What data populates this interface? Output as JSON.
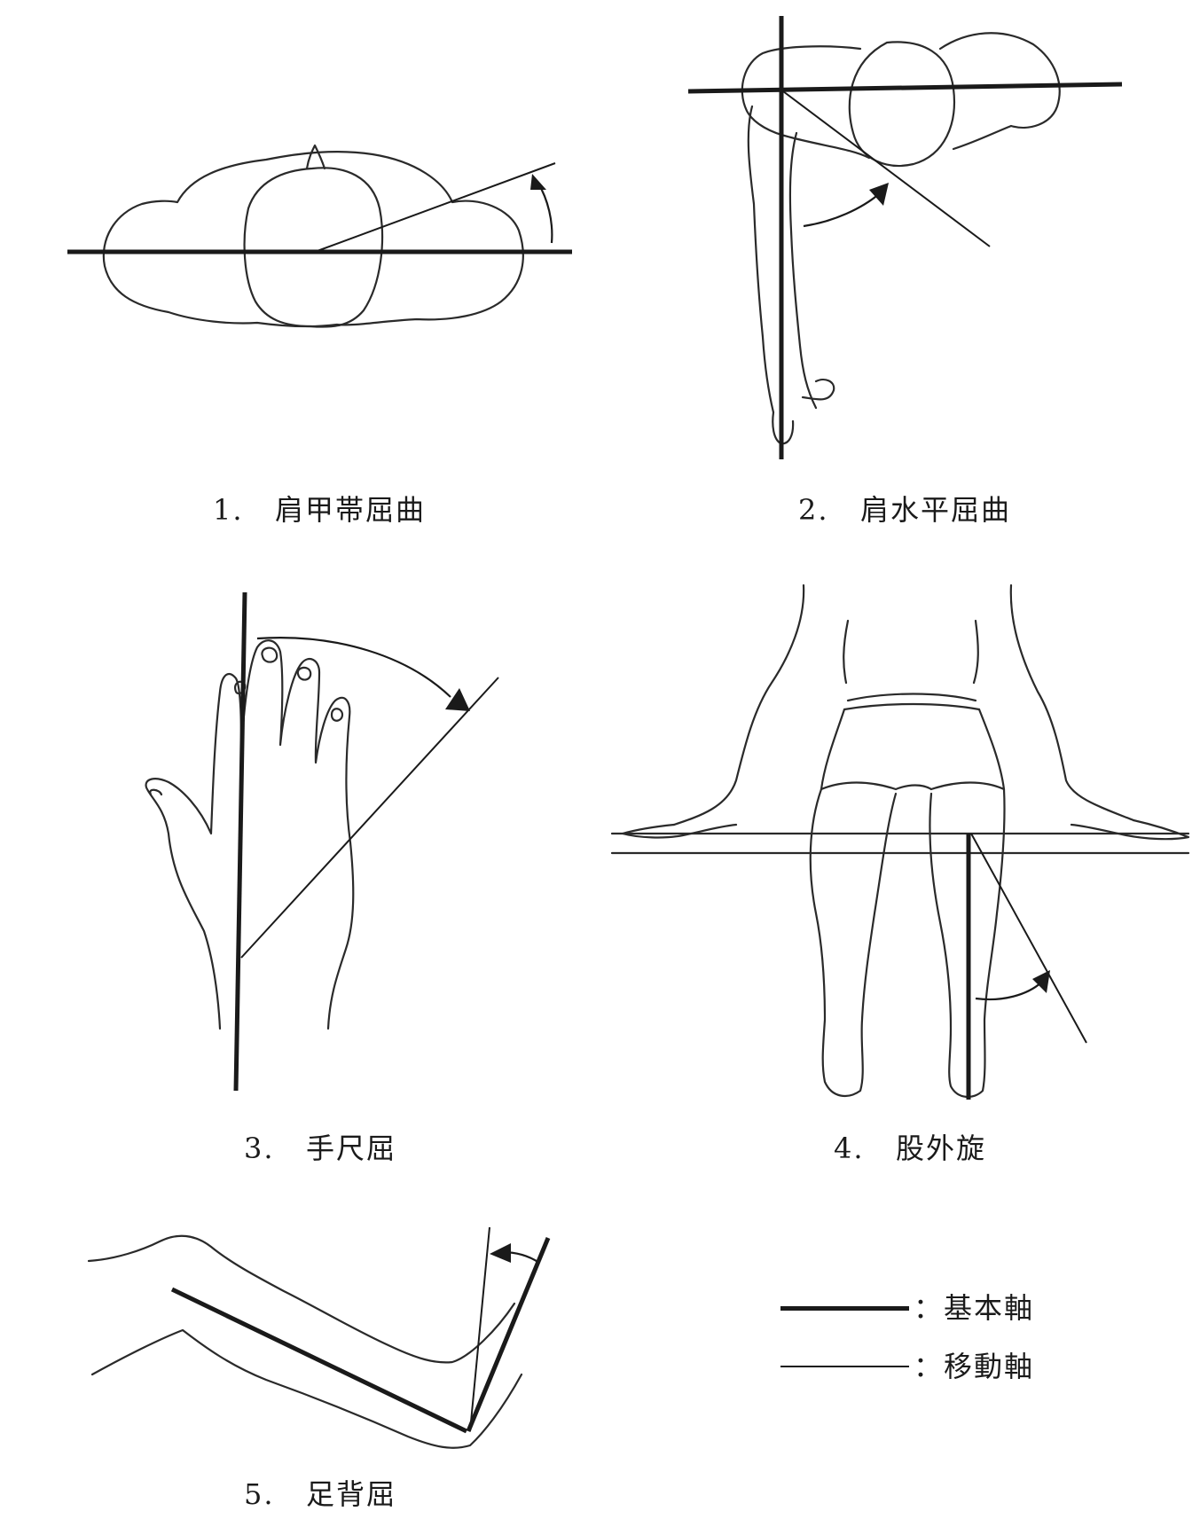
{
  "figures": [
    {
      "number": "1.",
      "label": "肩甲帯屈曲"
    },
    {
      "number": "2.",
      "label": "肩水平屈曲"
    },
    {
      "number": "3.",
      "label": "手尺屈"
    },
    {
      "number": "4.",
      "label": "股外旋"
    },
    {
      "number": "5.",
      "label": "足背屈"
    }
  ],
  "legend": {
    "base_axis_label": "：基本軸",
    "moving_axis_label": "：移動軸"
  },
  "colors": {
    "ink": "#1a1a1a",
    "background": "#ffffff"
  }
}
